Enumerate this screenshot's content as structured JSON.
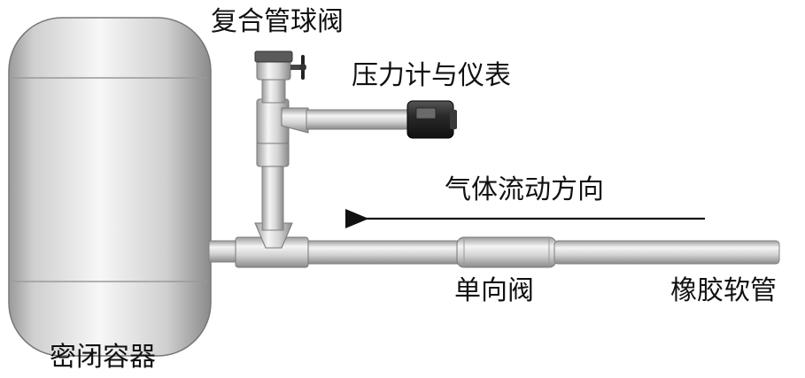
{
  "labels": {
    "ball_valve": "复合管球阀",
    "pressure_gauge": "压力计与仪表",
    "gas_flow_direction": "气体流动方向",
    "check_valve": "单向阀",
    "rubber_hose": "橡胶软管",
    "sealed_container": "密闭容器"
  },
  "colors": {
    "pipe_light": "#f2f2f2",
    "pipe_mid": "#c9c9c9",
    "pipe_dark": "#8e8e8e",
    "gauge_body": "#2a2a2a",
    "arrow": "#111111"
  }
}
